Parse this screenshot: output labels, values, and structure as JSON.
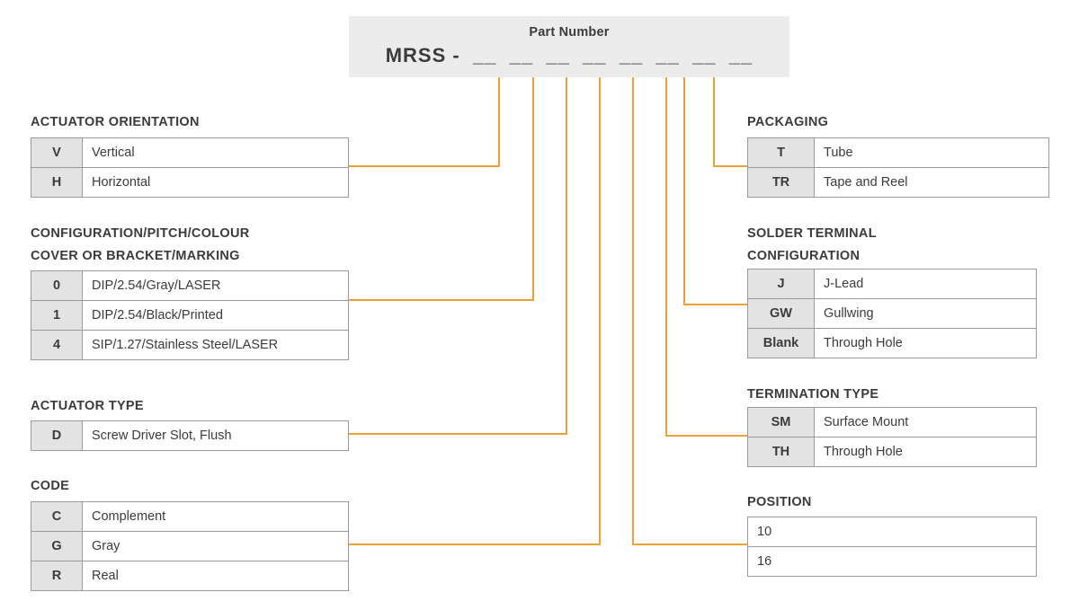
{
  "header": {
    "title": "Part Number",
    "code": "MRSS -  __  __  __  __  __  __  __  __"
  },
  "accent_color": "#eda13a",
  "sections": {
    "actuator_orientation": {
      "heading": "ACTUATOR ORIENTATION",
      "rows": [
        {
          "key": "V",
          "value": "Vertical"
        },
        {
          "key": "H",
          "value": "Horizontal"
        }
      ]
    },
    "configuration": {
      "heading": "CONFIGURATION/PITCH/COLOUR\nCOVER OR BRACKET/MARKING",
      "rows": [
        {
          "key": "0",
          "value": "DIP/2.54/Gray/LASER"
        },
        {
          "key": "1",
          "value": "DIP/2.54/Black/Printed"
        },
        {
          "key": "4",
          "value": "SIP/1.27/Stainless Steel/LASER"
        }
      ]
    },
    "actuator_type": {
      "heading": "ACTUATOR TYPE",
      "rows": [
        {
          "key": "D",
          "value": "Screw Driver Slot, Flush"
        }
      ]
    },
    "code": {
      "heading": "CODE",
      "rows": [
        {
          "key": "C",
          "value": "Complement"
        },
        {
          "key": "G",
          "value": "Gray"
        },
        {
          "key": "R",
          "value": "Real"
        }
      ]
    },
    "packaging": {
      "heading": "PACKAGING",
      "rows": [
        {
          "key": "T",
          "value": "Tube"
        },
        {
          "key": "TR",
          "value": "Tape and Reel"
        }
      ]
    },
    "solder_terminal": {
      "heading": "SOLDER TERMINAL\nCONFIGURATION",
      "rows": [
        {
          "key": "J",
          "value": "J-Lead"
        },
        {
          "key": "GW",
          "value": "Gullwing"
        },
        {
          "key": "Blank",
          "value": "Through Hole"
        }
      ]
    },
    "termination_type": {
      "heading": "TERMINATION TYPE",
      "rows": [
        {
          "key": "SM",
          "value": "Surface Mount"
        },
        {
          "key": "TH",
          "value": "Through Hole"
        }
      ]
    },
    "position": {
      "heading": "POSITION",
      "rows": [
        {
          "value": "10"
        },
        {
          "value": "16"
        }
      ]
    }
  }
}
